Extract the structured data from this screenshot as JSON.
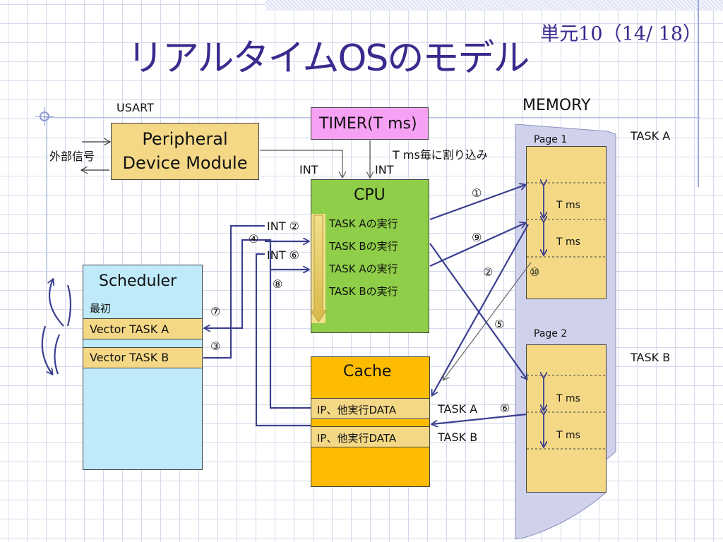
{
  "slide": {
    "title": "リアルタイムOSのモデル",
    "page_number": "単元10（14/ 18）"
  },
  "labels": {
    "usart": "USART",
    "external_signal": "外部信号",
    "peripheral_line1": "Peripheral",
    "peripheral_line2": "Device Module",
    "timer": "TIMER(T ms)",
    "t_ms_interrupt": "T ms毎に割り込み",
    "int_left": "INT",
    "int_right": "INT",
    "cpu": "CPU",
    "cpu_tasks": [
      "TASK Aの実行",
      "TASK Bの実行",
      "TASK Aの実行",
      "TASK Bの実行"
    ],
    "int2": "INT ②",
    "int6": "INT ⑥",
    "scheduler": "Scheduler",
    "first": "最初",
    "vector_a": "Vector TASK A",
    "vector_b": "Vector TASK B",
    "cache": "Cache",
    "ip_a": "IP、他実行DATA",
    "ip_b": "IP、他実行DATA",
    "task_a_cache": "TASK A",
    "task_b_cache": "TASK B",
    "memory": "MEMORY",
    "page1": "Page 1",
    "page2": "Page 2",
    "task_a_mem": "TASK A",
    "task_b_mem": "TASK B",
    "tms": "T ms"
  },
  "step_numbers": {
    "n1": "①",
    "n2": "②",
    "n3": "③",
    "n4": "④",
    "n5": "⑤",
    "n6": "⑥",
    "n7": "⑦",
    "n8": "⑧",
    "n9": "⑨",
    "n10": "⑩"
  },
  "colors": {
    "title": "#3a2a8e",
    "arrow": "#3b3f8f",
    "peripheral": "#f4d886",
    "timer": "#f6a1f3",
    "cpu": "#8fce48",
    "scheduler": "#bfeaf9",
    "cache": "#fdbc02",
    "memory": "#d0d2ec"
  }
}
